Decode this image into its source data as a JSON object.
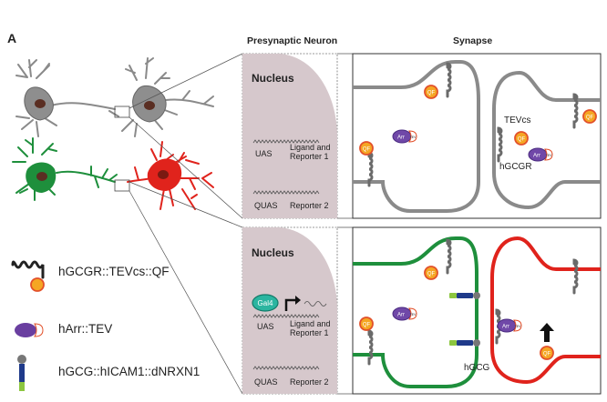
{
  "panel_label": "A",
  "headers": {
    "presynaptic": "Presynaptic Neuron",
    "synapse": "Synapse"
  },
  "top_nucleus": {
    "title": "Nucleus",
    "uas": "UAS",
    "ligand1": "Ligand and",
    "ligand2": "Reporter 1",
    "quas": "QUAS",
    "reporter2": "Reporter 2"
  },
  "bottom_nucleus": {
    "title": "Nucleus",
    "gal4": "Gal4",
    "uas": "UAS",
    "ligand1": "Ligand and",
    "ligand2": "Reporter 1",
    "quas": "QUAS",
    "reporter2": "Reporter 2"
  },
  "synapse_labels": {
    "tevcs": "TEVcs",
    "hgcgr": "hGCGR",
    "hgcg": "hGCG"
  },
  "molecules": {
    "qf": "QF",
    "arr": "Arr",
    "tev": "TEV",
    "gal4": "Gal4"
  },
  "legend": {
    "receptor": "hGCGR::TEVcs::QF",
    "arrestin": "hArr::TEV",
    "ligand": "hGCG::hICAM1::dNRXN1"
  },
  "colors": {
    "membrane_grey": "#8a8a8a",
    "presynaptic_green": "#1e8f3c",
    "postsynaptic_red": "#e0231c",
    "nucleus_fill": "#d6c8cc",
    "qf_orange": "#f5a623",
    "arrestin_purple": "#6a3fa0",
    "gal4_teal": "#2bb5a0"
  }
}
